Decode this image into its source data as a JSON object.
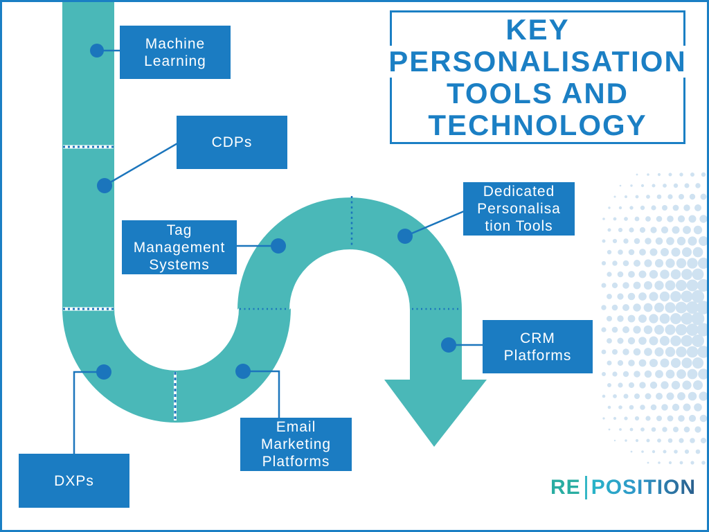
{
  "title": {
    "lines": [
      "KEY",
      "PERSONALISATION",
      "TOOLS AND",
      "TECHNOLOGY"
    ]
  },
  "labels": {
    "machine_learning": {
      "lines": [
        "Machine",
        "Learning"
      ]
    },
    "cdps": {
      "lines": [
        "CDPs"
      ]
    },
    "tag_management_systems": {
      "lines": [
        "Tag",
        "Management",
        "Systems"
      ]
    },
    "dedicated_personalisation_tools": {
      "lines": [
        "Dedicated",
        "Personalisa",
        "tion Tools"
      ]
    },
    "crm_platforms": {
      "lines": [
        "CRM",
        "Platforms"
      ]
    },
    "email_marketing_platforms": {
      "lines": [
        "Email",
        "Marketing",
        "Platforms"
      ]
    },
    "dxps": {
      "lines": [
        "DXPs"
      ]
    }
  },
  "logo": {
    "re": "RE",
    "position": "POSITION"
  },
  "colors": {
    "path_teal": "#4ab8b8",
    "label_box_blue": "#1b7cc2",
    "connector_blue": "#1b75bc",
    "title_blue": "#1b7fc4",
    "frame_border_blue": "#1a7fc4",
    "halftone_dot": "#cfe2f1",
    "logo_re_teal": "#29ada2",
    "logo_position_gradient_start": "#28b4c8",
    "logo_position_gradient_end": "#2a5e8c"
  }
}
